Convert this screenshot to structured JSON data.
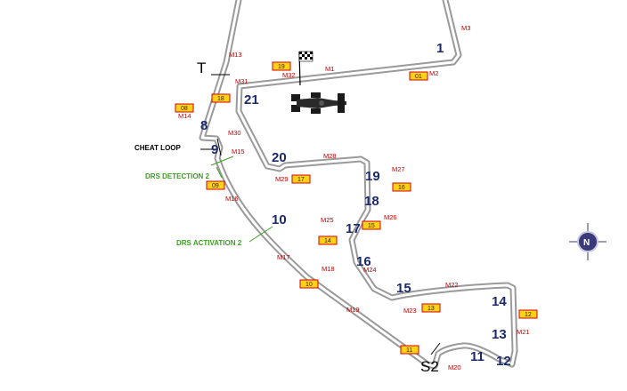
{
  "turns": [
    {
      "label": "1"
    },
    {
      "label": "8"
    },
    {
      "label": "9"
    },
    {
      "label": "10"
    },
    {
      "label": "11"
    },
    {
      "label": "12"
    },
    {
      "label": "13"
    },
    {
      "label": "14"
    },
    {
      "label": "15"
    },
    {
      "label": "16"
    },
    {
      "label": "17"
    },
    {
      "label": "18"
    },
    {
      "label": "19"
    },
    {
      "label": "20"
    },
    {
      "label": "21"
    }
  ],
  "marshal_posts": [
    "M1",
    "M2",
    "M3",
    "M13",
    "M14",
    "M15",
    "M16",
    "M17",
    "M18",
    "M19",
    "M20",
    "M21",
    "M22",
    "M23",
    "M24",
    "M25",
    "M26",
    "M27",
    "M28",
    "M29",
    "M30",
    "M31",
    "M32"
  ],
  "flag_boxes": [
    "01",
    "08",
    "09",
    "10",
    "11",
    "12",
    "13",
    "14",
    "15",
    "16",
    "17",
    "18",
    "19"
  ],
  "labels": {
    "timing_t": "T",
    "sector_s2": "S2",
    "cheat_loop": "CHEAT LOOP",
    "drs_detection": "DRS DETECTION 2",
    "drs_activation": "DRS ACTIVATION 2"
  },
  "compass": {
    "letter": "N"
  },
  "colors": {
    "track": "#a8a8a8",
    "turn_numbers": "#1c2a6b",
    "marshal_text": "#c00000",
    "flag_box_fill": "#ffd21a",
    "drs": "#3aa020",
    "compass": "#3a3a7a"
  }
}
